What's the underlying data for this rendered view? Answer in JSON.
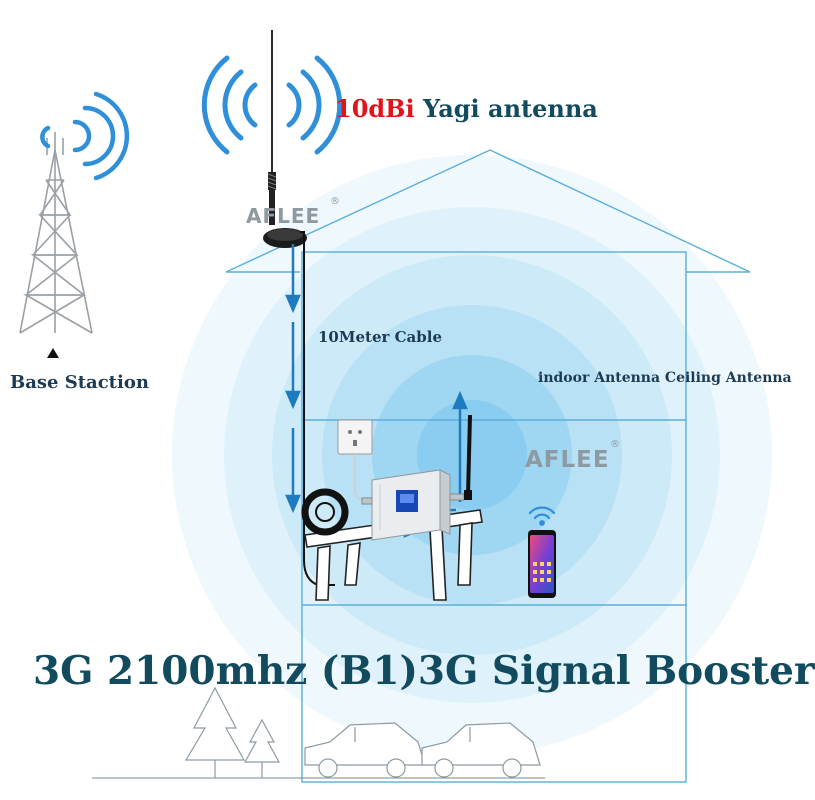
{
  "antenna_label": {
    "gain": "10dBi",
    "name": "Yagi antenna"
  },
  "base_station_label": "Base Staction",
  "cable_label": "10Meter Cable",
  "indoor_antenna_label": "indoor Antenna Ceiling Antenna",
  "brand": "AFLEE",
  "registered_mark": "®",
  "title": "3G 2100mhz (B1)3G Signal Booster",
  "colors": {
    "title": "#124a5e",
    "gain": "#e0141b",
    "label": "#1d3b52",
    "signal_wave": "#2f8fd8",
    "cable_arrow": "#1f7bbf",
    "house_line": "#5aaedc",
    "coverage_glow": "#bfe3f6"
  }
}
